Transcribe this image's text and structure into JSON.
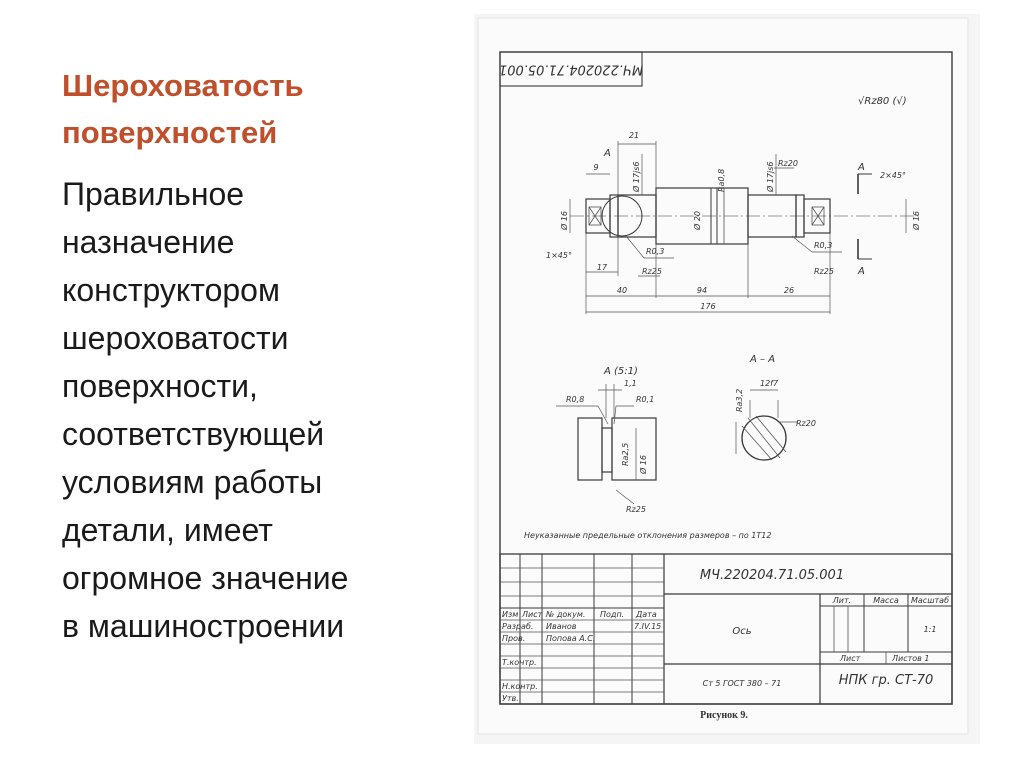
{
  "slide": {
    "title_lines": [
      "Шероховатость",
      "поверхностей"
    ],
    "body_lines": [
      "Правильное",
      "назначение",
      "конструктором",
      "шероховатости",
      "поверхности,",
      "соответствующей",
      "условиям работы",
      "детали, имеет",
      "огромное значение",
      "в машиностроении"
    ],
    "colors": {
      "title": "#c0502c",
      "body": "#1a1a1a"
    }
  },
  "drawing": {
    "stamp_top": "МЧ.220204.71.05.001",
    "roughness_general": "√Rz80 (√)",
    "dims": {
      "d21": "21",
      "dA": "A",
      "d9": "9",
      "d17js6_l": "Ø 17js6",
      "d17js6_r": "Ø 17js6",
      "d16_l": "Ø 16",
      "d20": "Ø 20",
      "d16_r": "Ø 16",
      "d1x45": "1×45°",
      "d2x45": "2×45°",
      "d17": "17",
      "d40": "40",
      "d94": "94",
      "d26": "26",
      "d176": "176",
      "r03_l": "R0,3",
      "r03_r": "R0,3",
      "rz25_l": "Rz25",
      "rz25_r": "Rz25",
      "rz20": "Rz20",
      "ra08": "Ra0,8",
      "ra25": "Ra2,5"
    },
    "detail_a_title": "A (5:1)",
    "section_title": "A – A",
    "detail": {
      "d11": "1,1",
      "r08": "R0,8",
      "r01": "R0,1",
      "d16": "Ø 16",
      "ra25": "Ra2,5",
      "rz25": "Rz25"
    },
    "section": {
      "w12f7": "12f7",
      "rz20": "Rz20",
      "ra32": "Ra3,2"
    },
    "note": "Неуказанные предельные отклонения размеров – по 1Т12",
    "title_block": {
      "doc_code": "МЧ.220204.71.05.001",
      "part_name": "Ось",
      "material": "Ст 5  ГОСТ 380 – 71",
      "org": "НПК гр. СТ-70",
      "hdr_lit": "Лит.",
      "hdr_mass": "Масса",
      "hdr_scale": "Масштаб",
      "scale": "1:1",
      "sheet": "Лист",
      "sheets": "Листов  1",
      "rows": {
        "izm": "Изм",
        "list": "Лист",
        "ndoc": "№ докум.",
        "podp": "Подп.",
        "data": "Дата",
        "razrab": "Разраб.",
        "razrab_name": "Иванов",
        "razrab_date": "7.IV.15",
        "prov": "Пров.",
        "prov_name": "Попова А.С.",
        "tkontr": "Т.контр.",
        "nkontr": "Н.контр.",
        "utv": "Утв."
      }
    },
    "caption": "Рисунок 9."
  }
}
